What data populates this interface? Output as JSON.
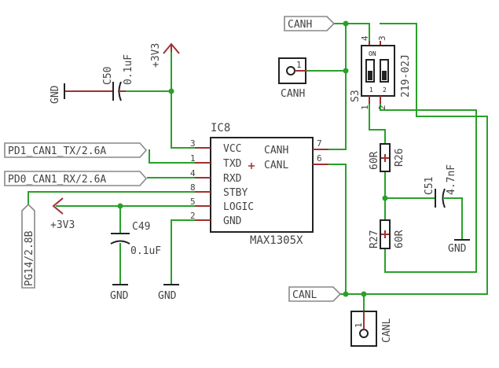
{
  "net_labels": {
    "canh": "CANH",
    "canl": "CANL",
    "pd1": "PD1_CAN1_TX/2.6A",
    "pd0": "PD0_CAN1_RX/2.6A",
    "pg14": "PG14/2.8B"
  },
  "power": {
    "v3v3_top": "+3V3",
    "v3v3_left": "+3V3",
    "gnd": "GND"
  },
  "ic8": {
    "name": "IC8",
    "part": "MAX1305X",
    "pins_left": [
      {
        "num": "3",
        "name": "VCC"
      },
      {
        "num": "1",
        "name": "TXD"
      },
      {
        "num": "4",
        "name": "RXD"
      },
      {
        "num": "8",
        "name": "STBY"
      },
      {
        "num": "5",
        "name": "LOGIC"
      },
      {
        "num": "2",
        "name": "GND"
      }
    ],
    "pins_right": [
      {
        "num": "7",
        "name": "CANH"
      },
      {
        "num": "6",
        "name": "CANL"
      }
    ]
  },
  "c50": {
    "name": "C50",
    "value": "0.1uF"
  },
  "c49": {
    "name": "C49",
    "value": "0.1uF"
  },
  "c51": {
    "name": "C51",
    "value": "4.7nF"
  },
  "r26": {
    "name": "R26",
    "value": "60R"
  },
  "r27": {
    "name": "R27",
    "value": "60R"
  },
  "s3": {
    "name": "S3",
    "part": "219-02J",
    "on": "ON",
    "sw1": "1",
    "sw2": "2",
    "pin1": "1",
    "pin2": "2",
    "pin3": "3",
    "pin4": "4"
  },
  "conn_canh": {
    "pin": "1",
    "label": "CANH"
  },
  "conn_canl": {
    "pin": "1",
    "label": "CANL"
  }
}
